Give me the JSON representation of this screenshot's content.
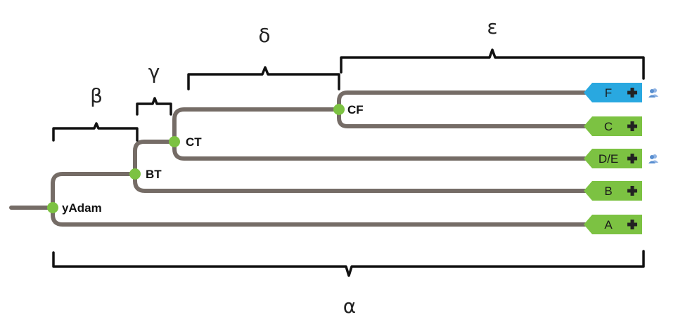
{
  "braces": {
    "alpha": "α",
    "beta": "β",
    "gamma": "γ",
    "delta": "δ",
    "epsilon": "ε"
  },
  "nodes": {
    "yadam": "yAdam",
    "bt": "BT",
    "ct": "CT",
    "cf": "CF"
  },
  "leaves": [
    {
      "label": "F",
      "color": "#29a8e0",
      "has_user_icon": true
    },
    {
      "label": "C",
      "color": "#7cc242",
      "has_user_icon": false
    },
    {
      "label": "D/E",
      "color": "#7cc242",
      "has_user_icon": true
    },
    {
      "label": "B",
      "color": "#7cc242",
      "has_user_icon": false
    },
    {
      "label": "A",
      "color": "#7cc242",
      "has_user_icon": false
    }
  ],
  "colors": {
    "branch": "#756c66",
    "node": "#7cc242",
    "leaf_default": "#7cc242",
    "leaf_highlight": "#29a8e0",
    "user_icon": "#5a8fd0"
  }
}
